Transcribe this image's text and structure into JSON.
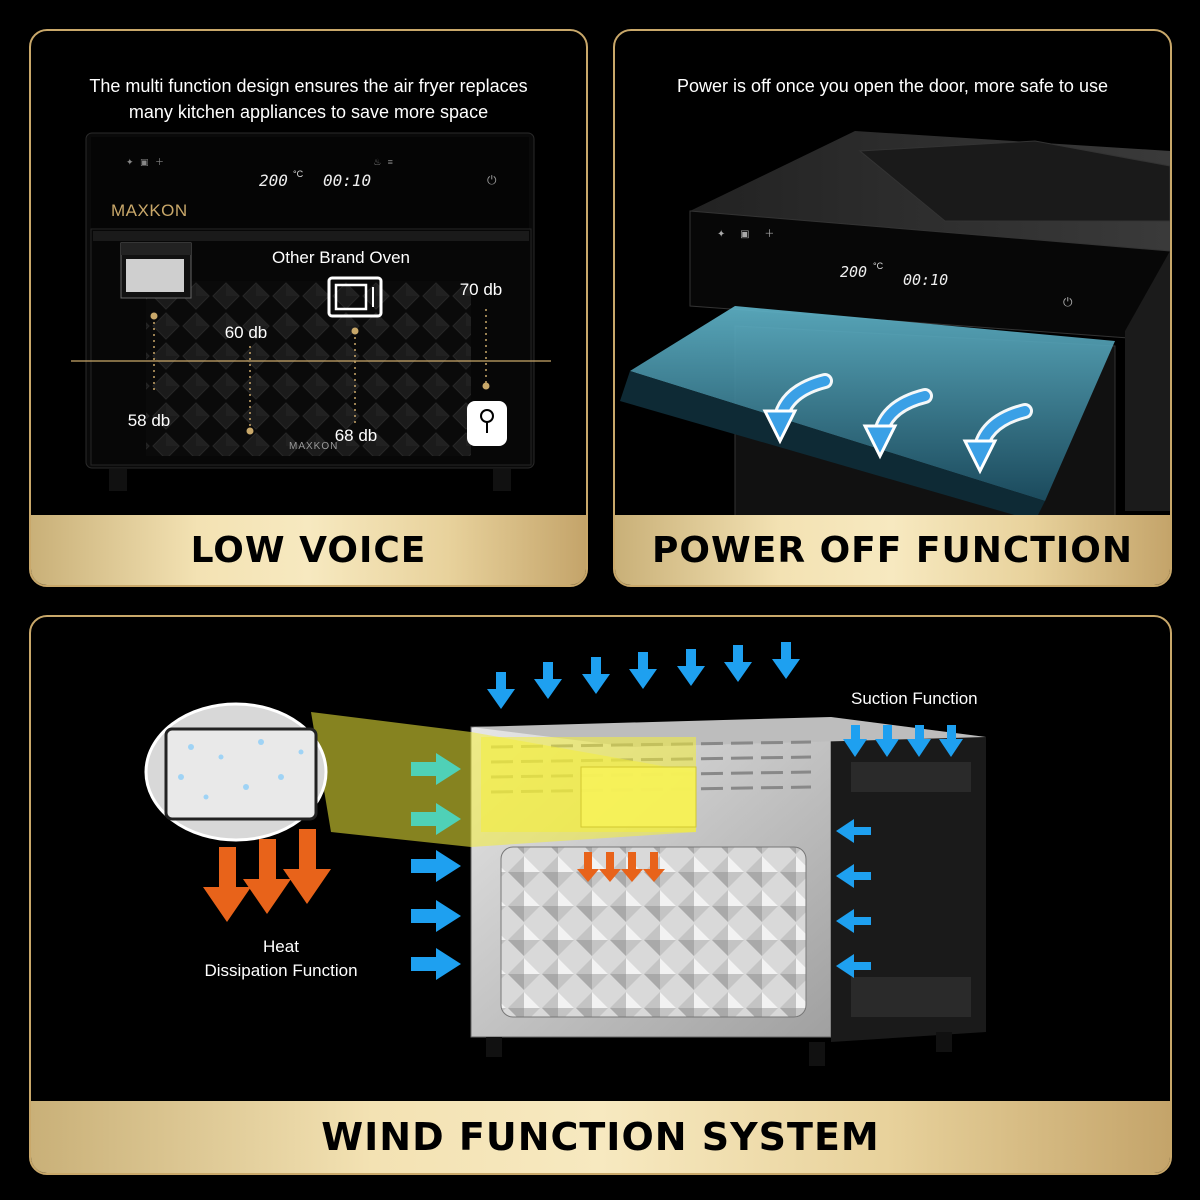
{
  "panels": {
    "low_voice": {
      "title": "LOW VOICE",
      "caption_line1": "The multi function design ensures the air fryer replaces",
      "caption_line2": "many kitchen appliances to save more space",
      "brand": "MAXKON",
      "brand_bottom": "MAXKON",
      "other_brand_label": "Other Brand Oven",
      "levels": {
        "db58": "58 db",
        "db60": "60 db",
        "db68": "68 db",
        "db70": "70 db"
      },
      "display_temp": "200",
      "display_unit": "°C",
      "display_time": "00:10"
    },
    "power_off": {
      "title": "POWER OFF FUNCTION",
      "caption": "Power is off once you open the door, more safe to use",
      "display_temp": "200",
      "display_unit": "°C",
      "display_time": "00:10"
    },
    "wind": {
      "title": "WIND FUNCTION SYSTEM",
      "suction_label": "Suction Function",
      "heat_label_line1": "Heat",
      "heat_label_line2": "Dissipation Function"
    }
  },
  "colors": {
    "gold": "#c9a86a",
    "airflow_blue": "#1ea0f0",
    "airflow_teal": "#4fd1b7",
    "heat_orange": "#e8631a",
    "highlight_yellow": "#f4ef3a"
  }
}
